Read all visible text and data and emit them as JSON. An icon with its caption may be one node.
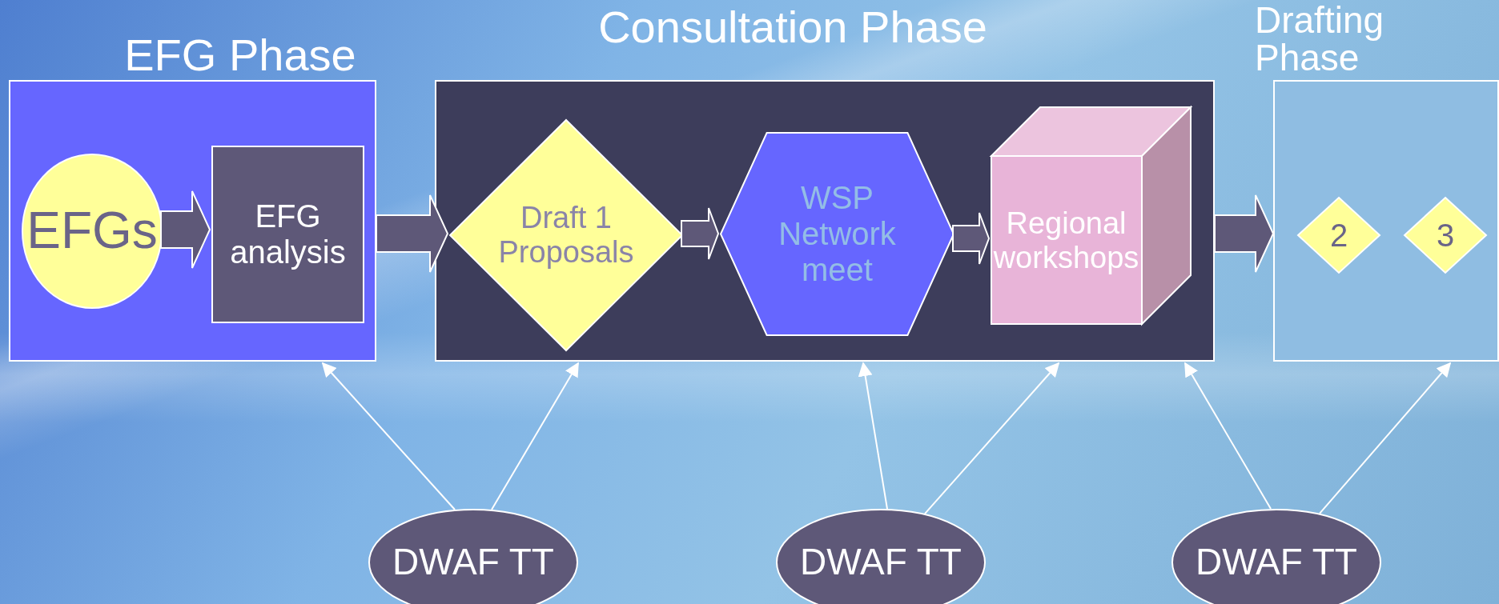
{
  "diagram": {
    "nodes": [
      {
        "text": [
          "EFG Phase"
        ]
      },
      {
        "text": [
          "EFGs"
        ],
        "in": 0
      },
      {
        "text": [
          "EFG analysis"
        ],
        "in": 0
      },
      {
        "text": [
          "Consultation Phase"
        ]
      },
      {
        "text": [
          "Draft 1 Proposals"
        ],
        "in": 3
      },
      {
        "text": [
          "WSP Network meet"
        ],
        "in": 3
      },
      {
        "text": [
          "Regional workshops"
        ],
        "in": 3
      },
      {
        "text": [
          "Drafting Phase"
        ]
      },
      {
        "text": [
          "2"
        ],
        "in": 7
      },
      {
        "text": [
          "3"
        ],
        "in": 7
      },
      {
        "text": [
          "DWAF TT"
        ]
      },
      {
        "text": [
          "DWAF TT"
        ]
      },
      {
        "text": [
          "DWAF TT"
        ]
      }
    ],
    "edges": [
      {
        "from": 1,
        "to": 2,
        "arrow": "to",
        "style": "thick"
      },
      {
        "from": 0,
        "to": 4,
        "arrow": "to",
        "style": "thick"
      },
      {
        "from": 4,
        "to": 5,
        "arrow": "to",
        "style": "thick"
      },
      {
        "from": 5,
        "to": 6,
        "arrow": "to",
        "style": "thick"
      },
      {
        "from": 3,
        "to": 7,
        "arrow": "to",
        "style": "thick"
      },
      {
        "from": 10,
        "to": 0,
        "arrow": "to"
      },
      {
        "from": 10,
        "to": 3,
        "arrow": "to"
      },
      {
        "from": 11,
        "to": 3,
        "arrow": "to"
      },
      {
        "from": 11,
        "to": 3,
        "arrow": "to"
      },
      {
        "from": 12,
        "to": 3,
        "arrow": "to"
      },
      {
        "from": 12,
        "to": 7,
        "arrow": "to"
      }
    ]
  }
}
